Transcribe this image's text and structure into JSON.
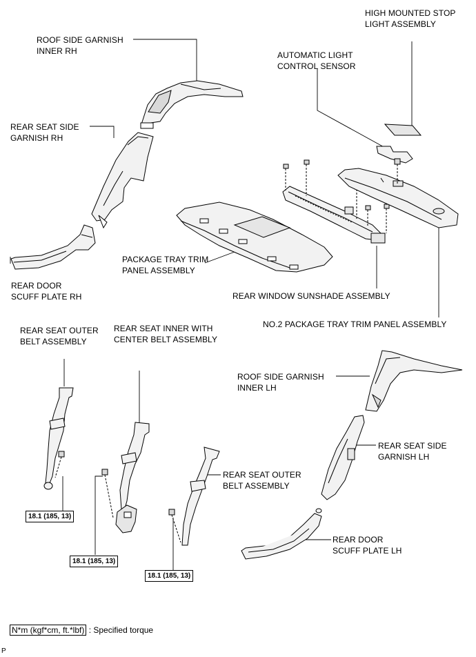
{
  "labels": {
    "high_mounted_stop_light": [
      "HIGH MOUNTED STOP",
      "LIGHT ASSEMBLY"
    ],
    "automatic_light_sensor": [
      "AUTOMATIC LIGHT",
      "CONTROL SENSOR"
    ],
    "roof_side_garnish_inner_rh": [
      "ROOF SIDE GARNISH",
      "INNER RH"
    ],
    "rear_seat_side_garnish_rh": [
      "REAR SEAT SIDE",
      "GARNISH RH"
    ],
    "package_tray_trim_panel": [
      "PACKAGE TRAY TRIM",
      "PANEL ASSEMBLY"
    ],
    "rear_door_scuff_plate_rh": [
      "REAR DOOR",
      "SCUFF PLATE RH"
    ],
    "rear_window_sunshade": "REAR WINDOW SUNSHADE ASSEMBLY",
    "no2_package_tray_trim_panel": "NO.2 PACKAGE TRAY TRIM PANEL ASSEMBLY",
    "rear_seat_outer_belt_left": [
      "REAR SEAT OUTER",
      "BELT ASSEMBLY"
    ],
    "rear_seat_inner_center_belt": [
      "REAR SEAT INNER WITH",
      "CENTER BELT ASSEMBLY"
    ],
    "roof_side_garnish_inner_lh": [
      "ROOF SIDE GARNISH",
      "INNER LH"
    ],
    "rear_seat_side_garnish_lh": [
      "REAR SEAT SIDE",
      "GARNISH LH"
    ],
    "rear_seat_outer_belt_right": [
      "REAR SEAT OUTER",
      "BELT ASSEMBLY"
    ],
    "rear_door_scuff_plate_lh": [
      "REAR DOOR",
      "SCUFF PLATE LH"
    ]
  },
  "torque_values": [
    "18.1 (185, 13)",
    "18.1 (185, 13)",
    "18.1 (185, 13)"
  ],
  "legend": {
    "unit": "N*m (kgf*cm, ft.*lbf)",
    "text": ": Specified torque"
  },
  "corner_mark": "P"
}
